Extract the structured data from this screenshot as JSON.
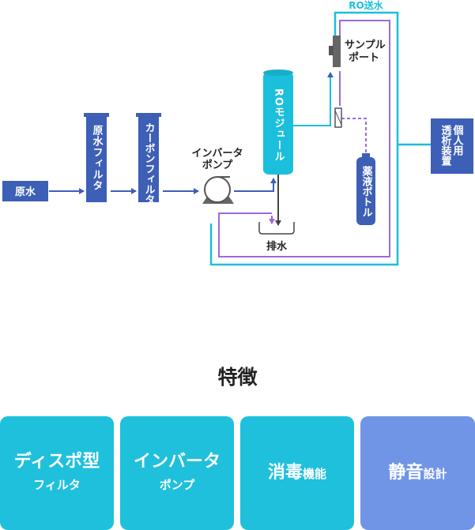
{
  "diagram": {
    "raw_water": "原水",
    "raw_filter": "原水フィルタ",
    "carbon_filter": "カーボンフィルタ",
    "inverter_pump_line1": "インバータ",
    "inverter_pump_line2": "ポンプ",
    "ro_module": "ROモジュール",
    "ro_feed": "RO送水",
    "sample_port_line1": "サンプル",
    "sample_port_line2": "ポート",
    "drain": "排水",
    "chemical_bottle": "薬液ボトル",
    "device_line1": "個人用",
    "device_line2": "透析装置"
  },
  "features": {
    "title": "特徴",
    "cards": [
      {
        "main": "ディスポ型",
        "sub": "フィルタ"
      },
      {
        "main": "インバータ",
        "sub": "ポンプ"
      },
      {
        "main": "消毒",
        "sub": "機能"
      },
      {
        "main": "静音",
        "sub": "設計"
      }
    ]
  },
  "colors": {
    "box_blue": "#3d5fb6",
    "cyan": "#1bbfdb",
    "purple": "#9b6bd8",
    "gray": "#555555",
    "card_cyan": "#1fc0dc",
    "card_periwinkle": "#7095e6"
  }
}
